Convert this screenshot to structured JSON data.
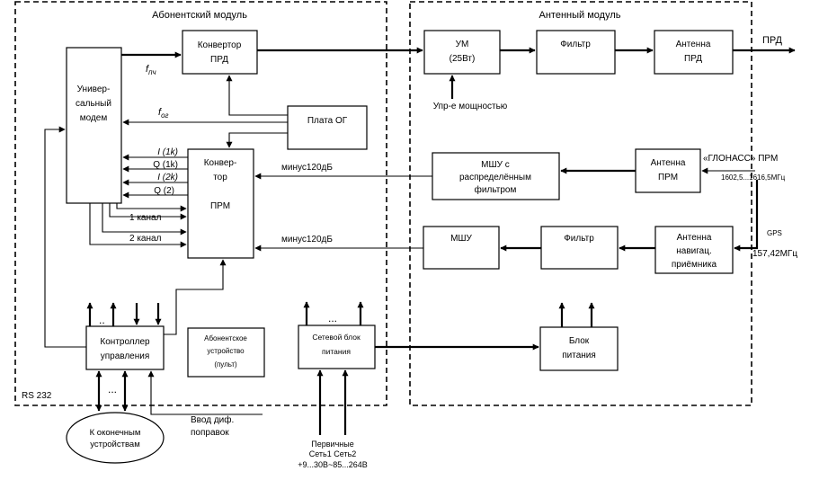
{
  "subscriber_module": {
    "title": "Абонентский модуль"
  },
  "antenna_module": {
    "title": "Антенный модуль"
  },
  "blocks": {
    "modem": [
      "Универ-",
      "сальный",
      "модем"
    ],
    "tx_converter": [
      "Конвертор",
      "ПРД"
    ],
    "og_board": [
      "Плата ОГ"
    ],
    "rx_converter": [
      "Конвер-",
      "тор",
      "",
      "ПРМ"
    ],
    "controller": [
      "Контроллер",
      "управления"
    ],
    "subscriber_device": [
      "Абонентское",
      "устройство",
      "(пульт)"
    ],
    "network_psu": [
      "Сетевой блок",
      "питания"
    ],
    "power_amp": [
      "УМ",
      "(25Вт)"
    ],
    "tx_filter": [
      "Фильтр"
    ],
    "tx_antenna": [
      "Антенна",
      "ПРД"
    ],
    "lna_distributed": [
      "МШУ с",
      "распределённым",
      "фильтром"
    ],
    "rx_antenna": [
      "Антенна",
      "ПРМ"
    ],
    "lna": [
      "МШУ"
    ],
    "nav_filter": [
      "Фильтр"
    ],
    "nav_antenna": [
      "Антенна",
      "навигац.",
      "приёмника"
    ],
    "power_unit": [
      "Блок",
      "питания"
    ],
    "terminal_devices": [
      "К оконечным",
      "устройствам"
    ]
  },
  "labels": {
    "f_pch": "f",
    "f_pch_sub": "пч",
    "f_og": "f",
    "f_og_sub": "ог",
    "i1k": "I (1k)",
    "q1k": "Q (1k)",
    "i2k": "I (2k)",
    "q2": "Q (2)",
    "channel1": "1 канал",
    "channel2": "2 канал",
    "minus120_top": "минус120дБ",
    "minus120_bottom": "минус120дБ",
    "prd_out": "ПРД",
    "power_ctrl": "Упр-е мощностью",
    "glonass": "«ГЛОНАСС» ПРМ",
    "glonass_freq": "1602,5...1616,5МГц",
    "gps": "GPS",
    "gps_freq": "157,42МГц",
    "rs232": "RS 232",
    "dgps": [
      "Ввод диф.",
      "поправок"
    ],
    "primary": [
      "Первичные",
      "Сеть1  Сеть2",
      "+9...30В~85...264В"
    ],
    "dots": "..",
    "dots_net": "...",
    "dots_bottom": "..."
  }
}
